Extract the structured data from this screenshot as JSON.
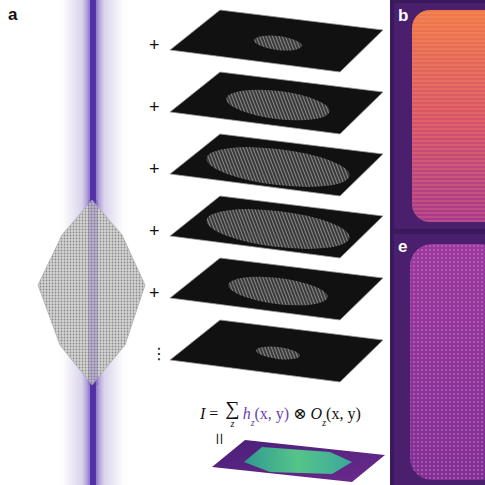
{
  "diagram": {
    "labels": [
      "a",
      "+",
      "+",
      "+",
      "+",
      "+",
      "⋮",
      "I",
      "=",
      "∑",
      "z",
      "h",
      "z",
      "(x, y)",
      "⊗",
      "O",
      "z",
      "(x, y)",
      "=",
      "b",
      "e"
    ]
  }
}
